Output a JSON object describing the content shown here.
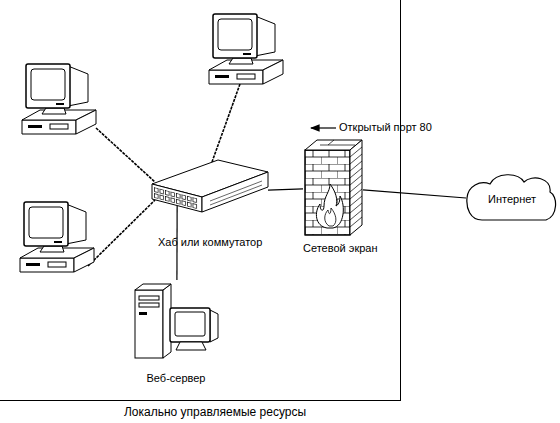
{
  "diagram": {
    "nodes": [
      {
        "text": [
          "Локально управляемые ресурсы"
        ]
      },
      {
        "text": [
          "Хаб или коммутатор"
        ],
        "in": 0
      },
      {
        "text": [
          "Сетевой экран"
        ],
        "in": 0
      },
      {
        "text": [
          "Веб-сервер"
        ],
        "in": 0
      },
      {
        "text": [
          "Интернет"
        ]
      }
    ],
    "edges": [
      {
        "from": 1,
        "to": 2,
        "arrow": "none"
      },
      {
        "from": 2,
        "to": 4,
        "arrow": "none"
      },
      {
        "from": 1,
        "to": 3,
        "arrow": "none"
      }
    ],
    "labels": [
      "Открытый порт 80"
    ]
  }
}
